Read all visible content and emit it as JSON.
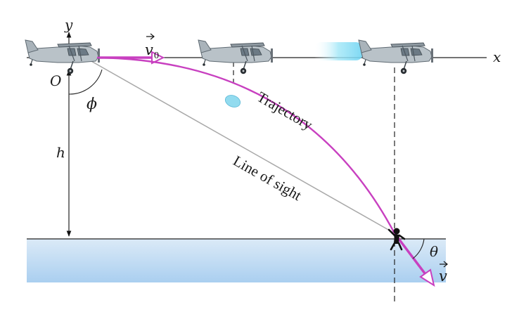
{
  "labels": {
    "x_axis": "x",
    "y_axis": "y",
    "origin": "O",
    "height": "h",
    "angle_phi": "ϕ",
    "angle_theta": "θ",
    "initial_velocity_symbol": "v",
    "initial_velocity_subscript": "0",
    "final_velocity_symbol": "v",
    "trajectory": "Trajectory",
    "line_of_sight": "Line of sight"
  },
  "icons": [
    "airplane-icon",
    "airplane-icon",
    "airplane-icon",
    "capsule-icon",
    "person-icon"
  ],
  "colors": {
    "trajectory": "#c840c0",
    "vector": "#c840c0",
    "line_of_sight": "#a8a8a8",
    "water_top": "#d8e9f6",
    "water_bottom": "#aed2f0",
    "capsule": "#8fd8ee"
  }
}
